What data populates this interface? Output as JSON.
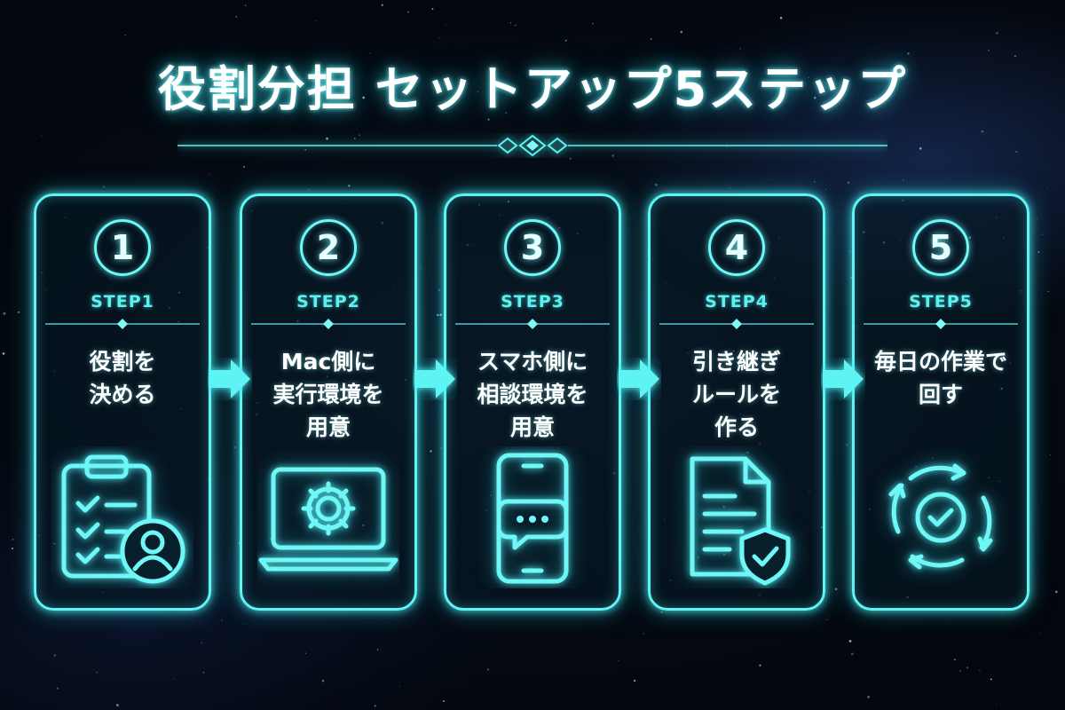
{
  "title": "役割分担 セットアップ5ステップ",
  "colors": {
    "accent": "#5ef4f4",
    "background": "#04080f",
    "text": "#ffffff"
  },
  "steps": [
    {
      "number": "1",
      "label": "STEP1",
      "lines": [
        "役割を",
        "決める"
      ],
      "icon": "clipboard-user-icon"
    },
    {
      "number": "2",
      "label": "STEP2",
      "lines": [
        "Mac側に",
        "実行環境を",
        "用意"
      ],
      "icon": "laptop-gear-icon"
    },
    {
      "number": "3",
      "label": "STEP3",
      "lines": [
        "スマホ側に",
        "相談環境を",
        "用意"
      ],
      "icon": "smartphone-chat-icon"
    },
    {
      "number": "4",
      "label": "STEP4",
      "lines": [
        "引き継ぎ",
        "ルールを",
        "作る"
      ],
      "icon": "document-shield-icon"
    },
    {
      "number": "5",
      "label": "STEP5",
      "lines": [
        "毎日の作業で",
        "回す"
      ],
      "icon": "cycle-check-icon"
    }
  ]
}
